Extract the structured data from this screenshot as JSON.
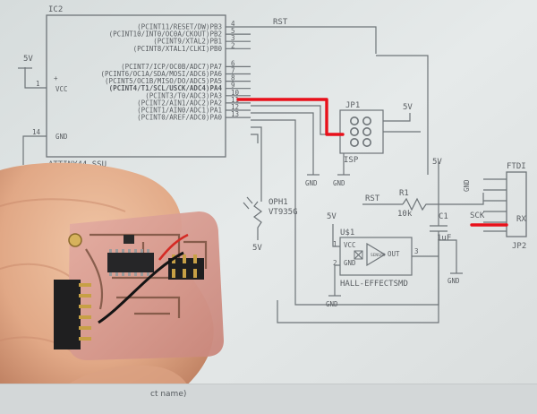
{
  "schematic": {
    "ic": {
      "ref": "IC2",
      "part": "ATTINY44-SSU",
      "vcc_label": "VCC",
      "gnd_label": "GND",
      "pins_right": [
        {
          "label": "(PCINT11/RESET/DW)PB3",
          "num": "4"
        },
        {
          "label": "(PCINT10/INT0/OC0A/CKOUT)PB2",
          "num": "5"
        },
        {
          "label": "(PCINT9/XTAL2)PB1",
          "num": "3"
        },
        {
          "label": "(PCINT8/XTAL1/CLKI)PB0",
          "num": "2"
        },
        {
          "label": "(PCINT7/ICP/OC0B/ADC7)PA7",
          "num": "6"
        },
        {
          "label": "(PCINT6/OC1A/SDA/MOSI/ADC6)PA6",
          "num": "7"
        },
        {
          "label": "(PCINT5/OC1B/MISO/DO/ADC5)PA5",
          "num": "8"
        },
        {
          "label": "(PCINT4/T1/SCL/USCK/ADC4)PA4",
          "num": "9"
        },
        {
          "label": "(PCINT3/T0/ADC3)PA3",
          "num": "10"
        },
        {
          "label": "(PCINT2/AIN1/ADC2)PA2",
          "num": "11"
        },
        {
          "label": "(PCINT1/AIN0/ADC1)PA1",
          "num": "12"
        },
        {
          "label": "(PCINT0/AREF/ADC0)PA0",
          "num": "13"
        }
      ],
      "pin_vcc_num": "1",
      "pin_gnd_num": "14"
    },
    "net_rst": "RST",
    "net_sck": "SCK",
    "net_rx": "RX",
    "supply_5v": "5V",
    "gnd": "GND",
    "jp1": {
      "ref": "JP1",
      "label": "ISP"
    },
    "ftdi": {
      "ref": "JP2",
      "label": "FTDI"
    },
    "r1": {
      "ref": "R1",
      "value": "10k"
    },
    "c1": {
      "ref": "C1",
      "value": "1uF"
    },
    "oph1": {
      "ref": "OPH1",
      "value": "VT935G"
    },
    "u1": {
      "ref": "U$1",
      "part": "HALL-EFFECTSMD",
      "vcc": "VCC",
      "gnd": "GND",
      "out": "OUT",
      "pin1": "1",
      "pin2": "2",
      "pin3": "3",
      "sensor": "SENSOR"
    }
  },
  "status": {
    "text": "ct name)"
  },
  "colors": {
    "screen": "#dfe3e3",
    "wire": "#6e7478",
    "highlight": "#e8101a",
    "board": "#d99c92",
    "skin": "#e7b28f"
  }
}
